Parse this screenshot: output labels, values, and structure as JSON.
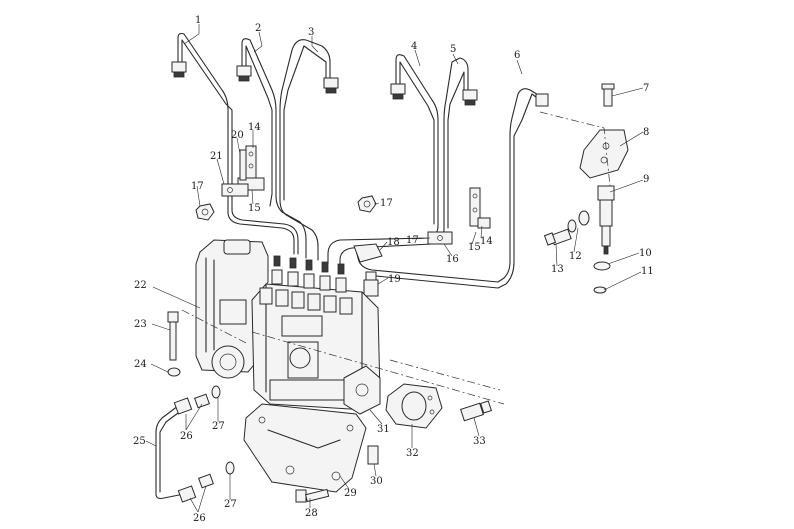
{
  "callouts": [
    {
      "id": "c1",
      "text": "1"
    },
    {
      "id": "c2",
      "text": "2"
    },
    {
      "id": "c3",
      "text": "3"
    },
    {
      "id": "c4",
      "text": "4"
    },
    {
      "id": "c5",
      "text": "5"
    },
    {
      "id": "c6",
      "text": "6"
    },
    {
      "id": "c7",
      "text": "7"
    },
    {
      "id": "c8",
      "text": "8"
    },
    {
      "id": "c9",
      "text": "9"
    },
    {
      "id": "c10",
      "text": "10"
    },
    {
      "id": "c11",
      "text": "11"
    },
    {
      "id": "c12",
      "text": "12"
    },
    {
      "id": "c13",
      "text": "13"
    },
    {
      "id": "c14a",
      "text": "14"
    },
    {
      "id": "c14b",
      "text": "14"
    },
    {
      "id": "c15a",
      "text": "15"
    },
    {
      "id": "c15b",
      "text": "15"
    },
    {
      "id": "c16",
      "text": "16"
    },
    {
      "id": "c17a",
      "text": "17"
    },
    {
      "id": "c17b",
      "text": "17"
    },
    {
      "id": "c17c",
      "text": "17"
    },
    {
      "id": "c18",
      "text": "18"
    },
    {
      "id": "c19",
      "text": "19"
    },
    {
      "id": "c20",
      "text": "20"
    },
    {
      "id": "c21",
      "text": "21"
    },
    {
      "id": "c22",
      "text": "22"
    },
    {
      "id": "c23",
      "text": "23"
    },
    {
      "id": "c24",
      "text": "24"
    },
    {
      "id": "c25",
      "text": "25"
    },
    {
      "id": "c26a",
      "text": "26"
    },
    {
      "id": "c26b",
      "text": "26"
    },
    {
      "id": "c27a",
      "text": "27"
    },
    {
      "id": "c27b",
      "text": "27"
    },
    {
      "id": "c28",
      "text": "28"
    },
    {
      "id": "c29",
      "text": "29"
    },
    {
      "id": "c30",
      "text": "30"
    },
    {
      "id": "c31",
      "text": "31"
    },
    {
      "id": "c32",
      "text": "32"
    },
    {
      "id": "c33",
      "text": "33"
    }
  ],
  "colors": {
    "line": "#2a2a2a",
    "background": "#ffffff"
  }
}
